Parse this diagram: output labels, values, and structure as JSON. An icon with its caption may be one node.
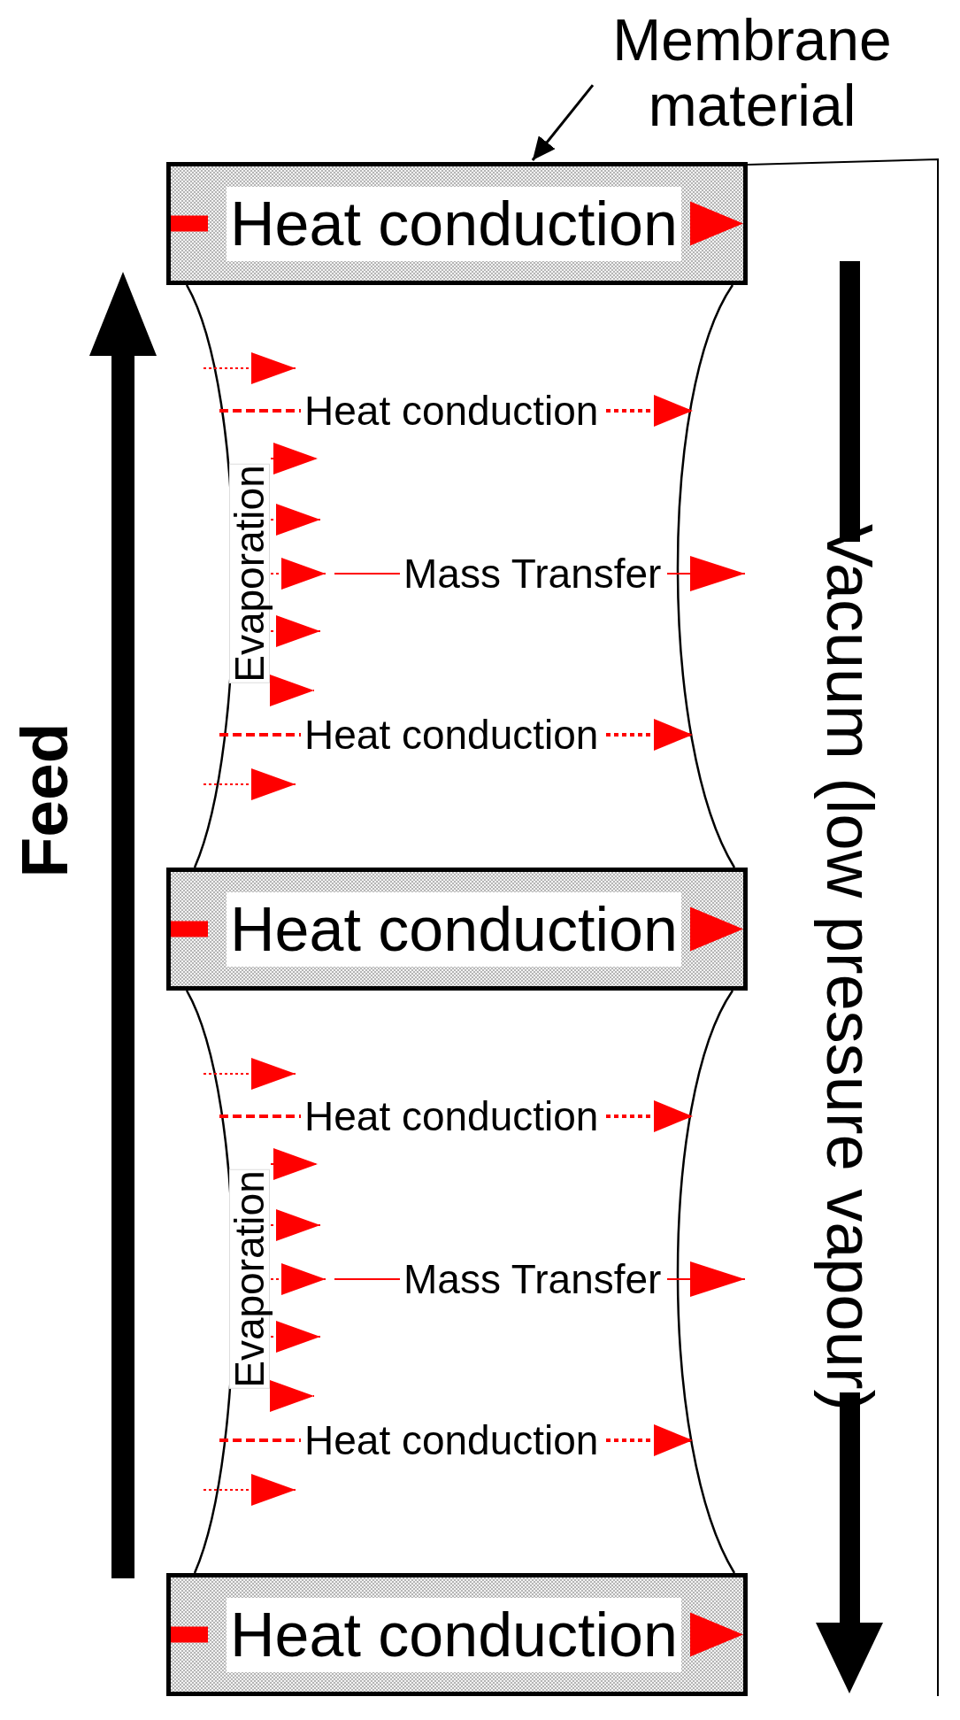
{
  "diagram": {
    "nodes": [
      {
        "text": [
          "Membrane material"
        ]
      },
      {
        "text": [
          "Heat conduction"
        ]
      },
      {
        "text": [
          "Heat conduction",
          "Evaporation",
          "Mass Transfer",
          "Heat conduction"
        ]
      },
      {
        "text": [
          "Heat conduction"
        ]
      },
      {
        "text": [
          "Heat conduction",
          "Evaporation",
          "Mass Transfer",
          "Heat conduction"
        ]
      },
      {
        "text": [
          "Heat conduction"
        ]
      }
    ],
    "edges": [
      {
        "from": 0,
        "to": 1,
        "arrow": "to"
      }
    ],
    "labels": [
      "Feed",
      "Vacuum (low pressure vapour)"
    ]
  }
}
